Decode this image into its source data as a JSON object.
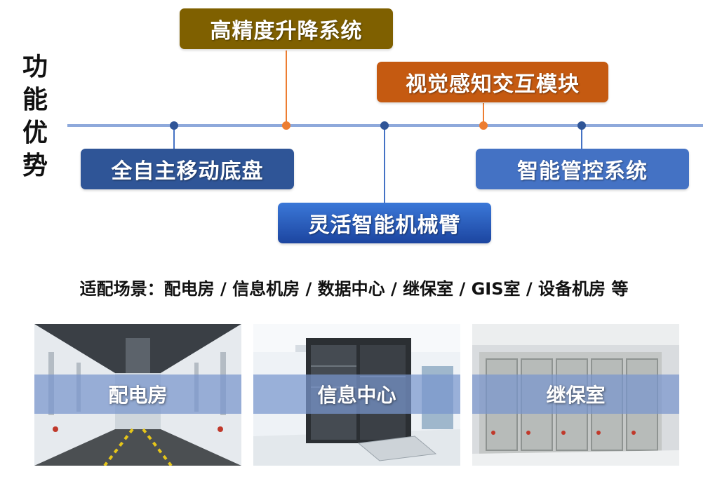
{
  "side_title": [
    "功",
    "能",
    "优",
    "势"
  ],
  "features": {
    "lift": "高精度升降系统",
    "chassis": "全自主移动底盘",
    "arm": "灵活智能机械臂",
    "vision": "视觉感知交互模块",
    "control": "智能管控系统"
  },
  "scenario_line": "适配场景：配电房 / 信息机房 / 数据中心 / 继保室 / GIS室 / 设备机房 等",
  "photos": {
    "distribution_room": "配电房",
    "info_center": "信息中心",
    "protection_room": "继保室"
  },
  "colors": {
    "timeline": "#8ea9db",
    "lift_box": "#7f6000",
    "vision_box": "#c55a11",
    "chassis_box": "#2f5597",
    "arm_box": "#1f4ea8",
    "control_box": "#4472c4",
    "orange_dot": "#ed7d31",
    "blue_dot": "#4472c4"
  }
}
